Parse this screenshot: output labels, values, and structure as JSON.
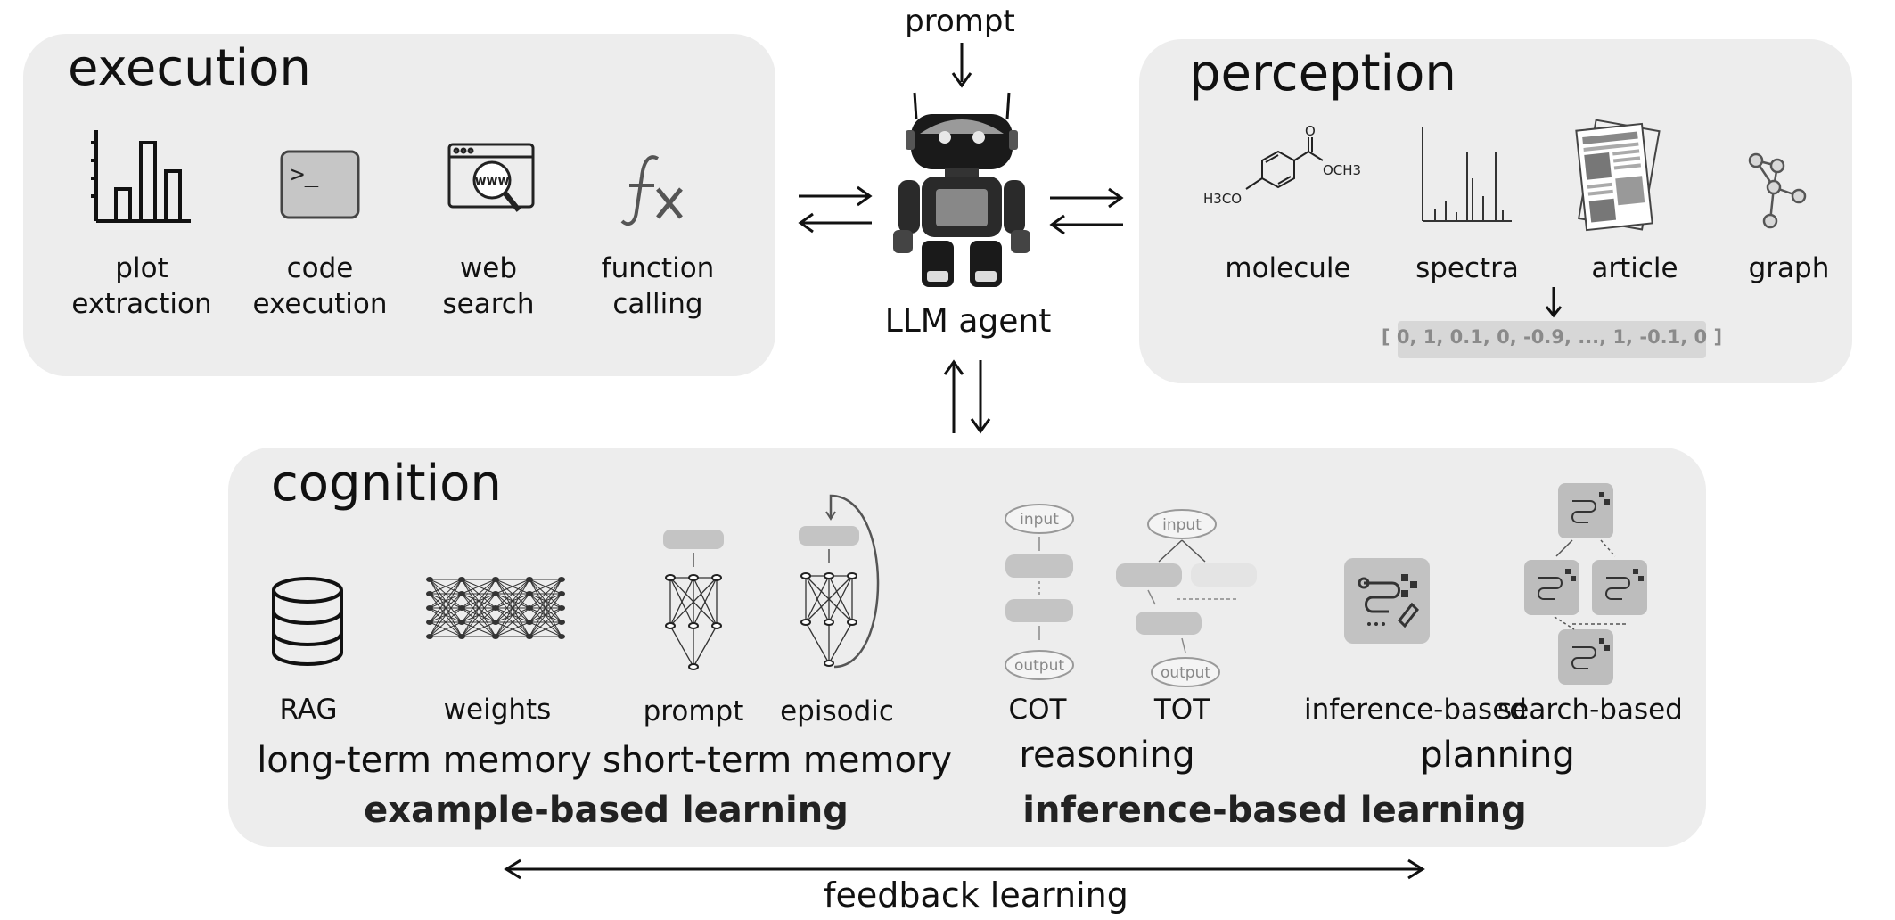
{
  "agent": {
    "prompt_label": "prompt",
    "agent_label": "LLM agent"
  },
  "execution": {
    "title": "execution",
    "items": [
      {
        "line1": "plot",
        "line2": "extraction",
        "icon": "bar-chart-icon"
      },
      {
        "line1": "code",
        "line2": "execution",
        "icon": "terminal-icon"
      },
      {
        "line1": "web",
        "line2": "search",
        "icon": "web-search-icon"
      },
      {
        "line1": "function",
        "line2": "calling",
        "icon": "function-icon"
      }
    ],
    "terminal_text": ">_",
    "www_text": "www",
    "fx_text": "fx"
  },
  "perception": {
    "title": "perception",
    "items": [
      {
        "label": "molecule",
        "icon": "molecule-icon"
      },
      {
        "label": "spectra",
        "icon": "spectra-icon"
      },
      {
        "label": "article",
        "icon": "article-icon"
      },
      {
        "label": "graph",
        "icon": "graph-icon"
      }
    ],
    "molecule_left": "H3CO",
    "molecule_right": "OCH3",
    "molecule_o": "O",
    "vector": "[ 0, 1, 0.1, 0, -0.9, ..., 1, -0.1, 0 ]"
  },
  "cognition": {
    "title": "cognition",
    "items": {
      "rag": "RAG",
      "weights": "weights",
      "prompt": "prompt",
      "episodic": "episodic",
      "cot": "COT",
      "tot": "TOT",
      "inference": "inference-based",
      "search": "search-based"
    },
    "groups": {
      "long_term": "long-term memory",
      "short_term": "short-term memory",
      "reasoning": "reasoning",
      "planning": "planning"
    },
    "learning": {
      "example": "example-based learning",
      "inference": "inference-based learning"
    },
    "node_input": "input",
    "node_output": "output"
  },
  "feedback": "feedback learning"
}
